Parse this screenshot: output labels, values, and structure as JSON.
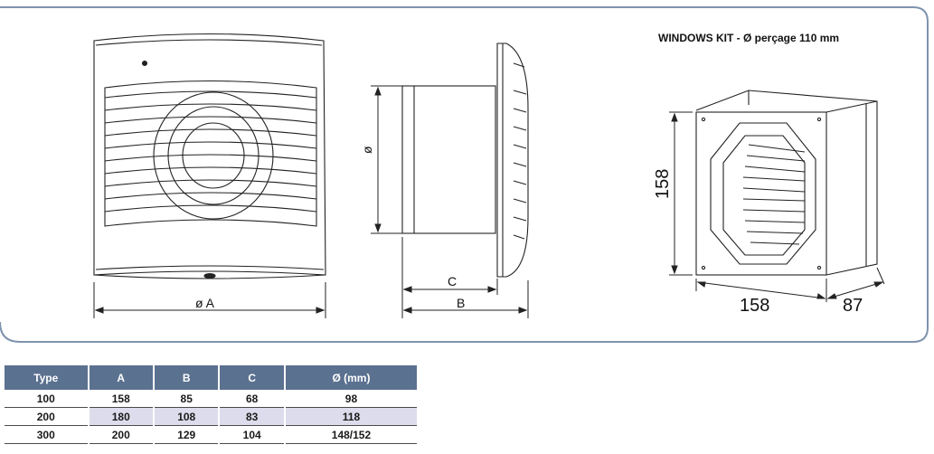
{
  "diagram": {
    "kit_title": "WINDOWS KIT - Ø  perçage 110 mm",
    "labels": {
      "diameter_a": "ø A",
      "depth_b": "B",
      "depth_c": "C",
      "diameter_o": "ø",
      "kit_height": "158",
      "kit_width": "158",
      "kit_depth": "87"
    }
  },
  "table": {
    "headers": [
      "Type",
      "A",
      "B",
      "C",
      "Ø (mm)"
    ],
    "rows": [
      [
        "100",
        "158",
        "85",
        "68",
        "98"
      ],
      [
        "200",
        "180",
        "108",
        "83",
        "118"
      ],
      [
        "300",
        "200",
        "129",
        "104",
        "148/152"
      ]
    ]
  },
  "colors": {
    "frame_border": "#7f93ad",
    "header_bg": "#5b7190",
    "row_shade": "#dcdcec"
  }
}
